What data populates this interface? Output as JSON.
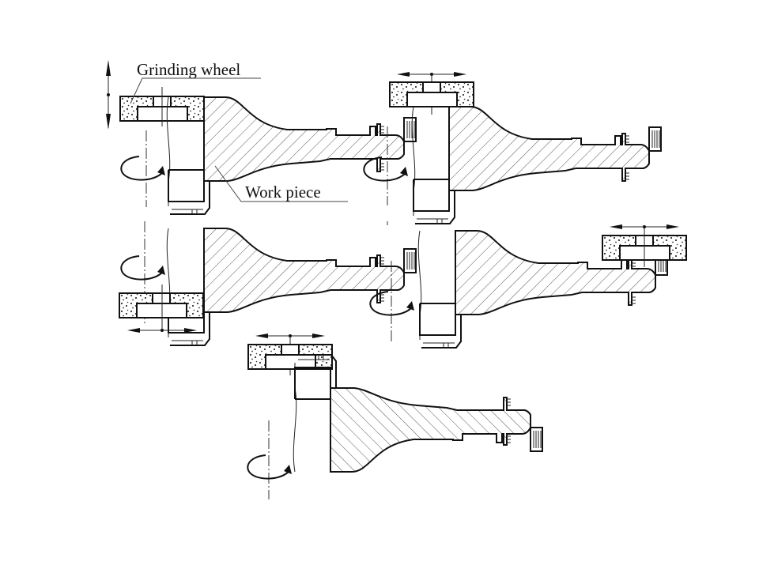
{
  "diagram": {
    "type": "technical-schematic",
    "subject": "Grinding operations on a turbine disk work piece",
    "labels": {
      "grinding_wheel": "Grinding wheel",
      "work_piece": "Work piece"
    },
    "panels": [
      {
        "id": "panel-1",
        "wheel_position": "top-left of hub",
        "wheel_motion": "vertical (up/down)",
        "workpiece_rotation": "counter-clockwise around vertical axis"
      },
      {
        "id": "panel-2",
        "wheel_position": "top of hub",
        "wheel_motion": "horizontal (left/right)",
        "workpiece_rotation": "around vertical axis"
      },
      {
        "id": "panel-3",
        "wheel_position": "bottom of hub",
        "wheel_motion": "horizontal (left/right)",
        "workpiece_rotation": "around vertical axis"
      },
      {
        "id": "panel-4",
        "wheel_position": "at rim (outer edge)",
        "wheel_motion": "horizontal (left/right)",
        "workpiece_rotation": "around vertical axis"
      },
      {
        "id": "panel-5",
        "wheel_position": "top of lower hub flange (inverted part)",
        "wheel_motion": "horizontal (left/right)",
        "workpiece_rotation": "around vertical axis"
      }
    ],
    "colors": {
      "line": "#111111",
      "background": "#ffffff"
    }
  }
}
